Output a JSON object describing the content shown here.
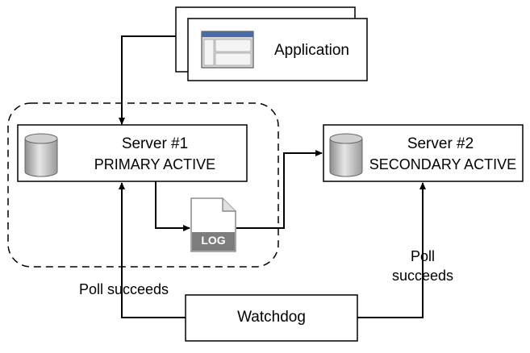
{
  "application": {
    "label": "Application"
  },
  "server1": {
    "title": "Server #1",
    "status": "PRIMARY ACTIVE"
  },
  "server2": {
    "title": "Server #2",
    "status": "SECONDARY ACTIVE"
  },
  "log": {
    "label": "LOG"
  },
  "watchdog": {
    "label": "Watchdog"
  },
  "poll_left": {
    "label": "Poll succeeds"
  },
  "poll_right": {
    "line1": "Poll",
    "line2": "succeeds"
  }
}
